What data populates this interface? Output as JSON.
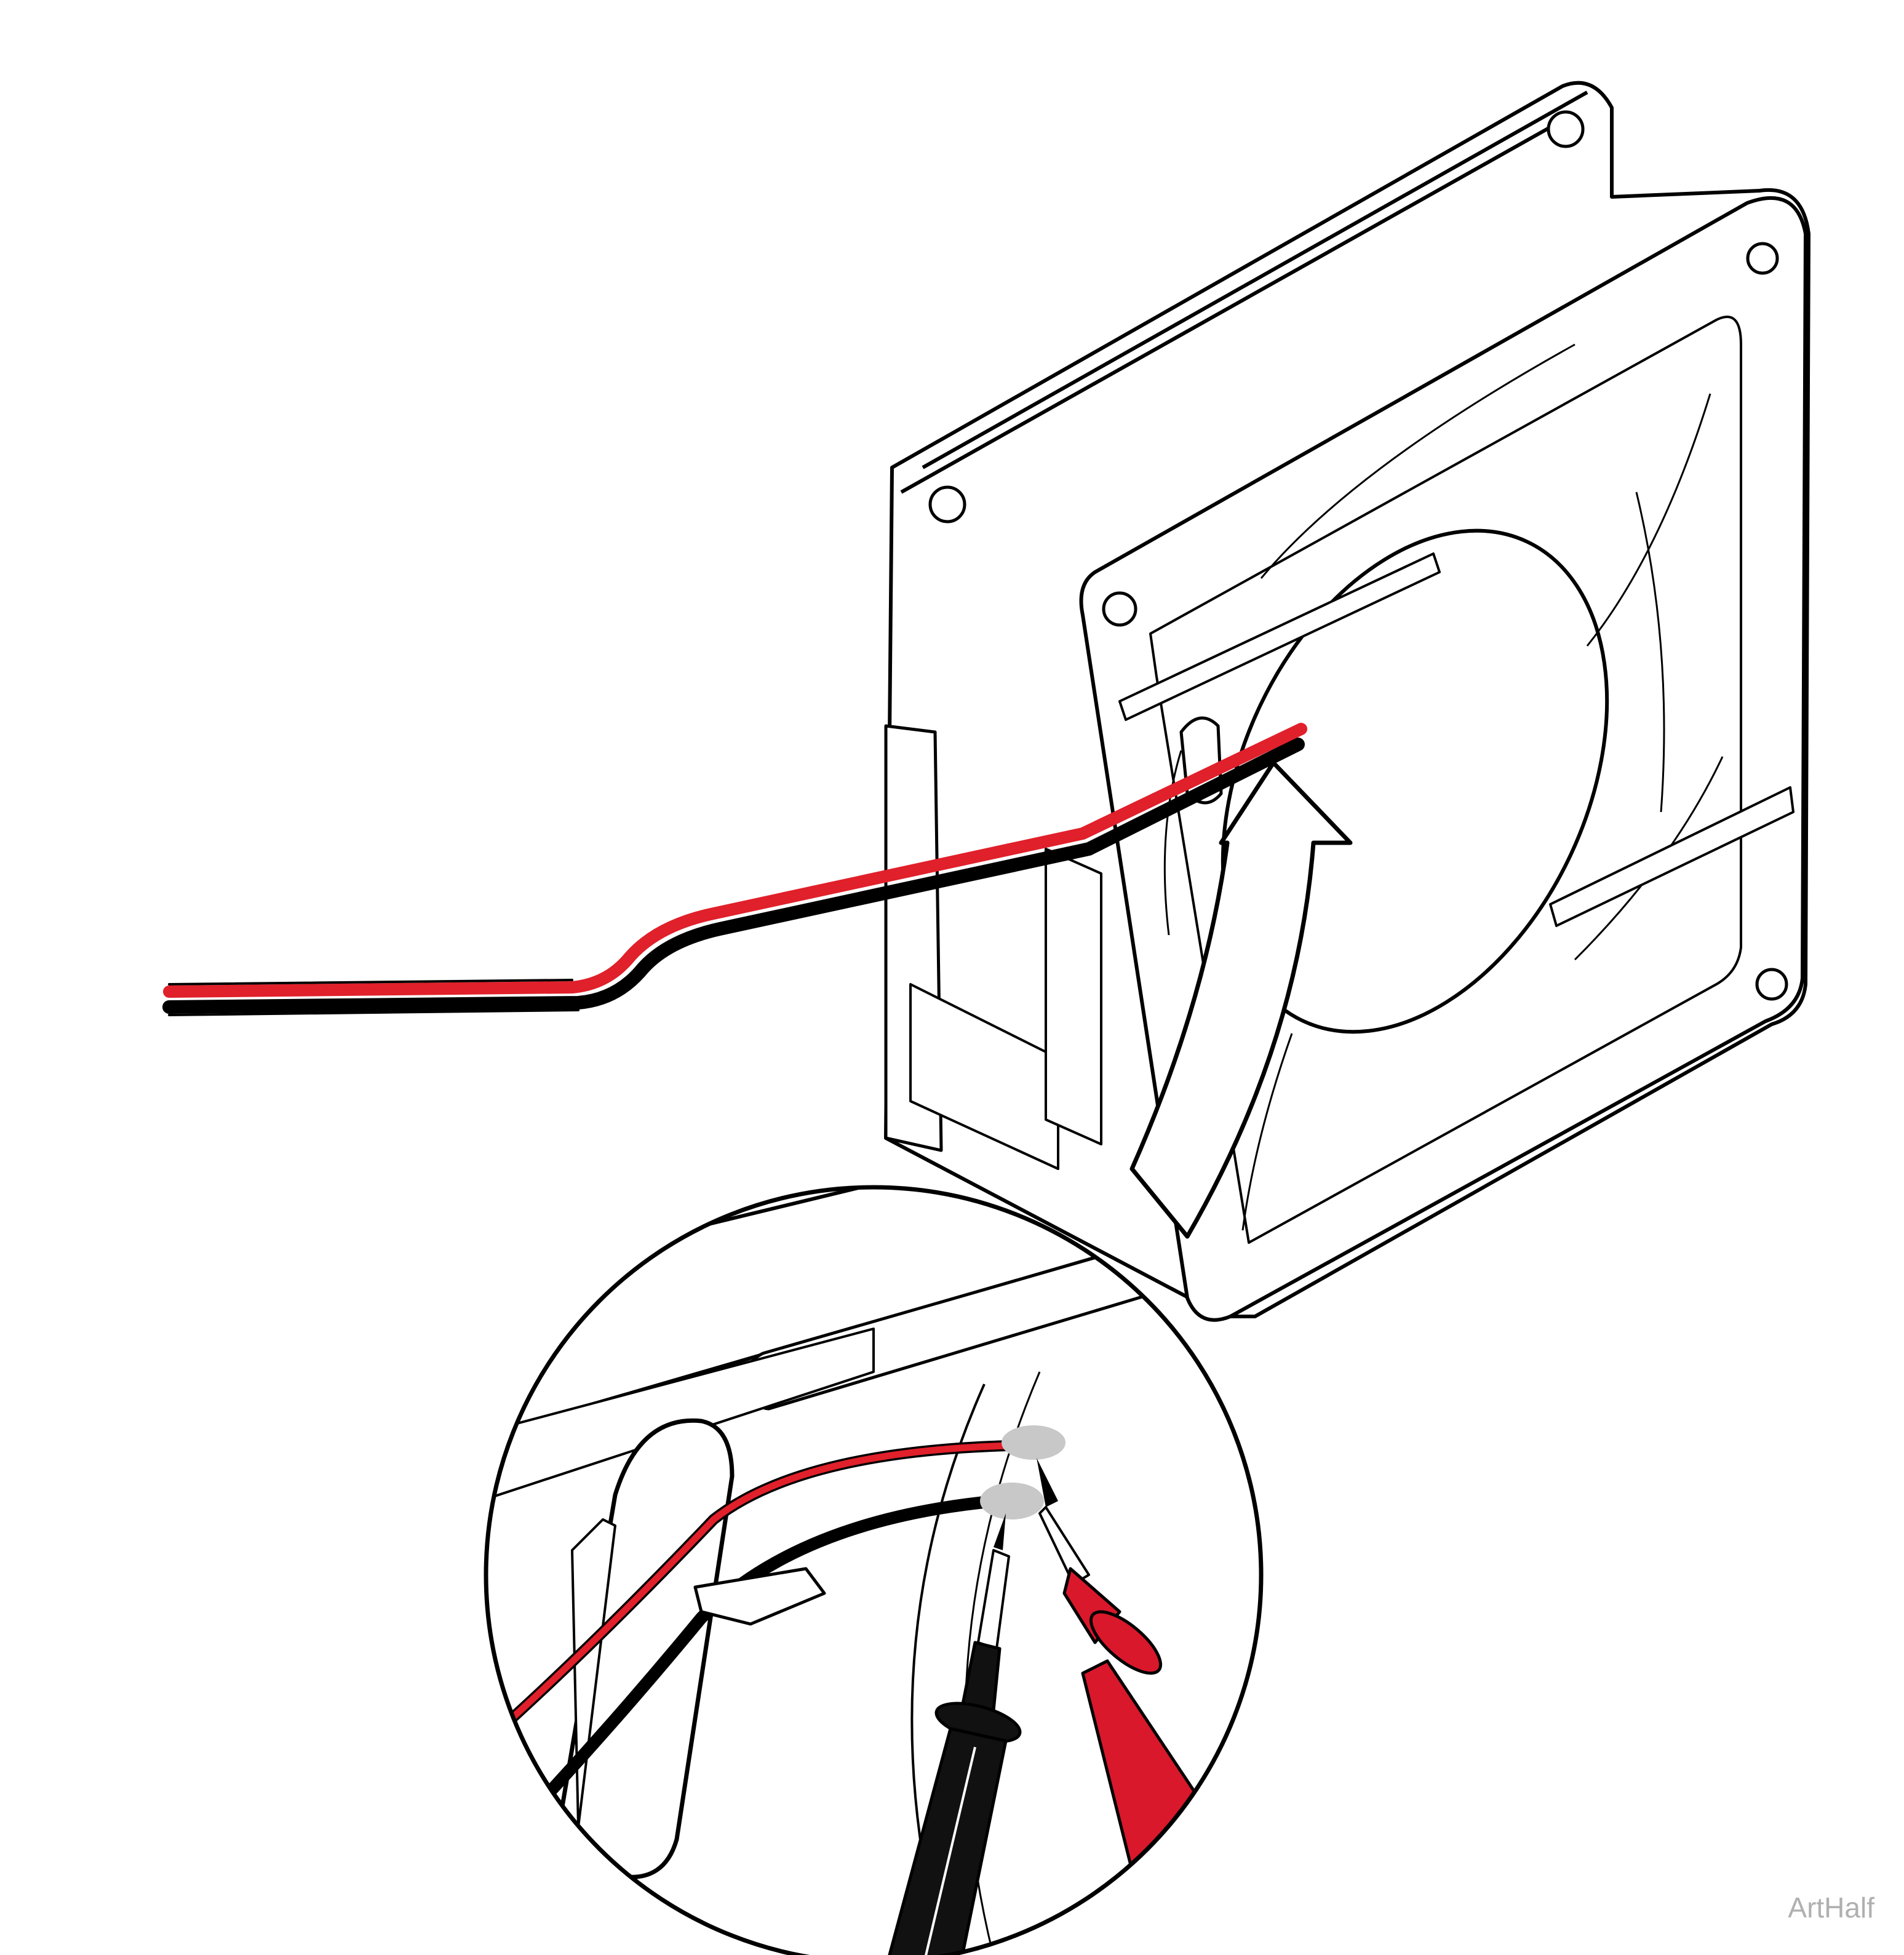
{
  "watermark": "ArtHalf",
  "colors": {
    "line": "#000000",
    "wire_red": "#e0202a",
    "wire_black": "#000000",
    "probe_red": "#d9182b",
    "probe_black": "#111111",
    "contact_spot": "#c8c8c8",
    "background": "#ffffff"
  },
  "parts": {
    "fan": "fan-assembly",
    "wires": [
      "red-lead",
      "black-lead"
    ],
    "callout": "magnified-detail-circle",
    "probes": [
      "red-test-probe",
      "black-test-probe"
    ]
  }
}
